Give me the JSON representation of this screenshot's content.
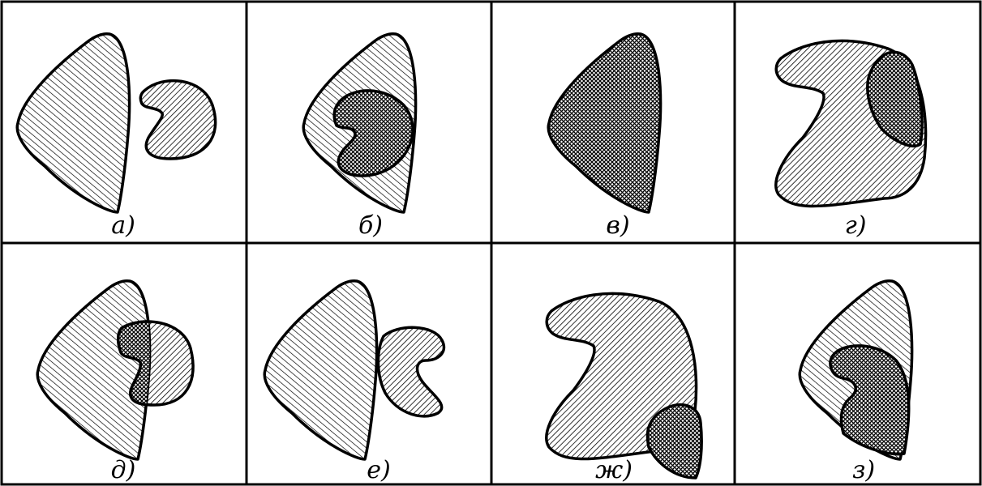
{
  "panels": [
    {
      "caption": "а)"
    },
    {
      "caption": "б)"
    },
    {
      "caption": "в)"
    },
    {
      "caption": "г)"
    },
    {
      "caption": "д)"
    },
    {
      "caption": "е)"
    },
    {
      "caption": "ж)"
    },
    {
      "caption": "з)"
    }
  ]
}
